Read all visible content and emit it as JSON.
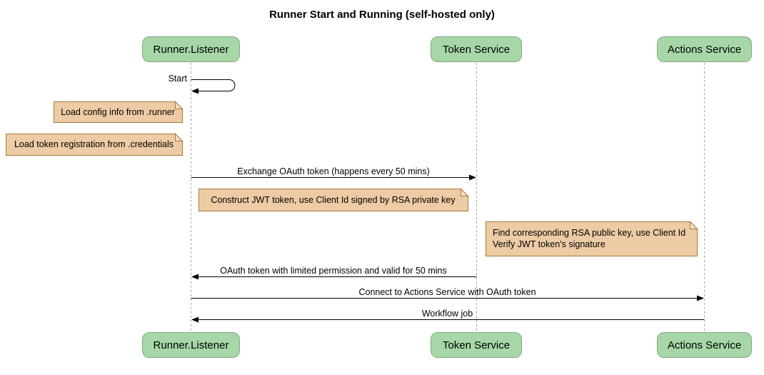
{
  "title": "Runner Start and Running (self-hosted only)",
  "participants": [
    {
      "name": "Runner.Listener"
    },
    {
      "name": "Token Service"
    },
    {
      "name": "Actions Service"
    }
  ],
  "messages": {
    "start": "Start",
    "exchange_oauth": "Exchange OAuth token (happens every 50 mins)",
    "oauth_return": "OAuth token with limited permission and valid for 50 mins",
    "connect_actions": "Connect to Actions Service with OAuth token",
    "workflow_job": "Workflow job"
  },
  "notes": {
    "load_config": "Load config info from .runner",
    "load_token_registration": "Load token registration from .credentials",
    "construct_jwt": "Construct JWT token, use Client Id signed by RSA private key",
    "verify_jwt_line1": "Find corresponding RSA public key, use Client Id",
    "verify_jwt_line2": "Verify JWT token's signature"
  },
  "colors": {
    "background": "#FFFFFF",
    "actor_fill": "#A7D7A7",
    "actor_border": "#81A881",
    "note_fill": "#EDCBA4",
    "note_flap": "#F5E0C3",
    "note_border": "#A8793B",
    "lifeline": "#A5A5A5",
    "arrow": "#000000",
    "text": "#000000"
  }
}
